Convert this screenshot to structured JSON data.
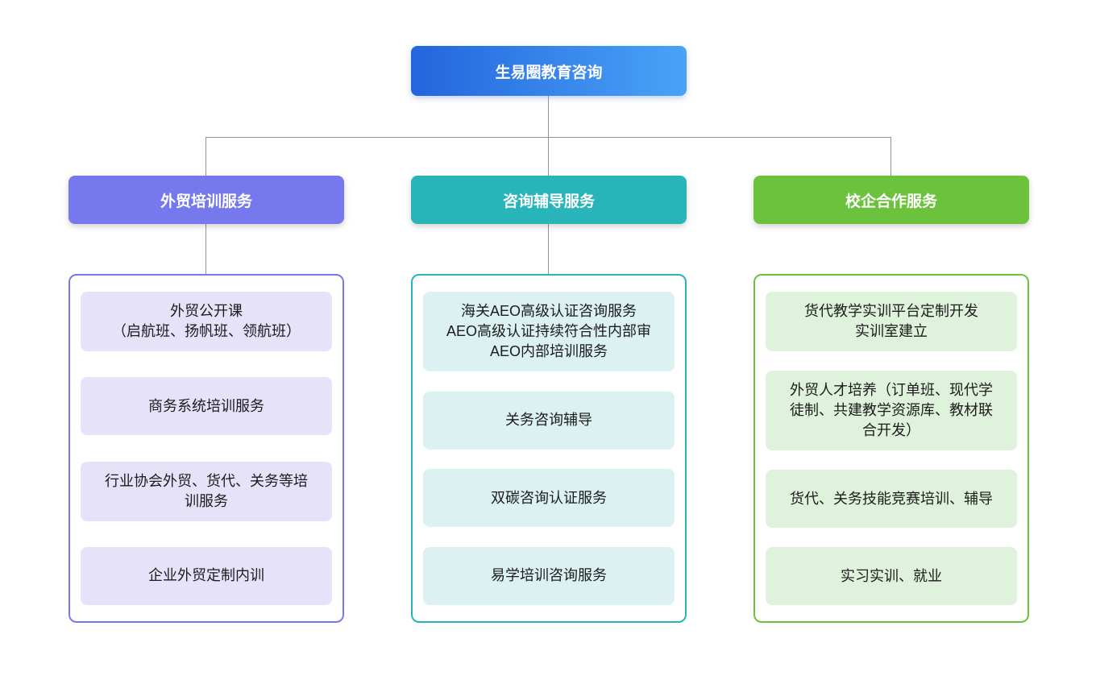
{
  "diagram": {
    "root": {
      "label": "生易圈教育咨询"
    },
    "colors": {
      "root_gradient_start": "#2365DD",
      "root_gradient_end": "#4AA3F7",
      "connector": "#8A97A0"
    },
    "branches": [
      {
        "header": "外贸培训服务",
        "color": "#7678EE",
        "item_bg": "#E5E2F9",
        "items": [
          "外贸公开课\n（启航班、扬帆班、领航班）",
          "商务系统培训服务",
          "行业协会外贸、货代、关务等培训服务",
          "企业外贸定制内训"
        ]
      },
      {
        "header": "咨询辅导服务",
        "color": "#28B5B9",
        "item_bg": "#DBF1F2",
        "items": [
          "海关AEO高级认证咨询服务\nAEO高级认证持续符合性内部审\nAEO内部培训服务",
          "关务咨询辅导",
          "双碳咨询认证服务",
          "易学培训咨询服务"
        ]
      },
      {
        "header": "校企合作服务",
        "color": "#6CC23D",
        "item_bg": "#DFF2DB",
        "items": [
          "货代教学实训平台定制开发\n实训室建立",
          "外贸人才培养（订单班、现代学徒制、共建教学资源库、教材联合开发）",
          "货代、关务技能竞赛培训、辅导",
          "实习实训、就业"
        ]
      }
    ]
  }
}
